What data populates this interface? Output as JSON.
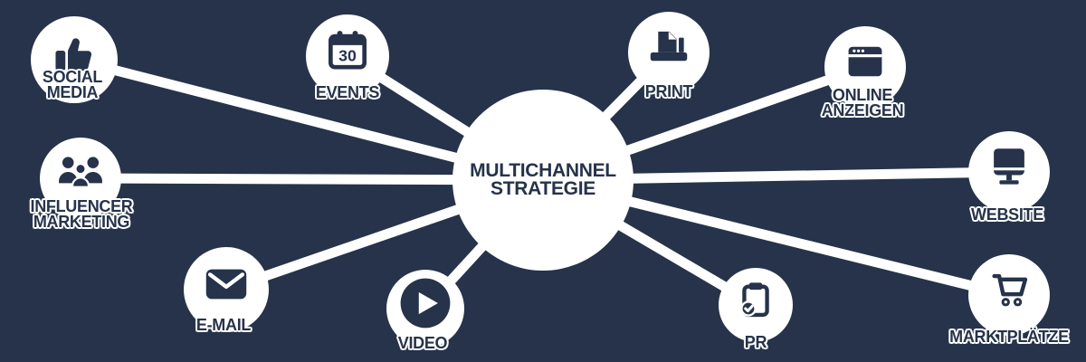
{
  "colors": {
    "background": "#26334A",
    "ink": "#26334A",
    "node_fill": "#FFFFFF",
    "spoke": "#FFFFFF"
  },
  "hub": {
    "lines": [
      "MULTICHANNEL",
      "STRATEGIE"
    ]
  },
  "nodes": [
    {
      "id": "social-media",
      "icon": "thumbs-up-icon",
      "lines": [
        "SOCIAL",
        "MEDIA"
      ]
    },
    {
      "id": "events",
      "icon": "calendar-icon",
      "lines": [
        "EVENTS"
      ],
      "calendar_day": "30"
    },
    {
      "id": "print",
      "icon": "printer-icon",
      "lines": [
        "PRINT"
      ]
    },
    {
      "id": "online-anzeigen",
      "icon": "browser-window-icon",
      "lines": [
        "ONLINE",
        "ANZEIGEN"
      ]
    },
    {
      "id": "website",
      "icon": "monitor-icon",
      "lines": [
        "WEBSITE"
      ]
    },
    {
      "id": "marktplaetze",
      "icon": "shopping-cart-icon",
      "lines": [
        "MARKTPLÄTZE"
      ]
    },
    {
      "id": "pr",
      "icon": "clipboard-check-icon",
      "lines": [
        "PR"
      ]
    },
    {
      "id": "video",
      "icon": "play-icon",
      "lines": [
        "VIDEO"
      ]
    },
    {
      "id": "email",
      "icon": "envelope-icon",
      "lines": [
        "E-MAIL"
      ]
    },
    {
      "id": "influencer-marketing",
      "icon": "people-group-icon",
      "lines": [
        "INFLUENCER",
        "MARKETING"
      ]
    }
  ]
}
